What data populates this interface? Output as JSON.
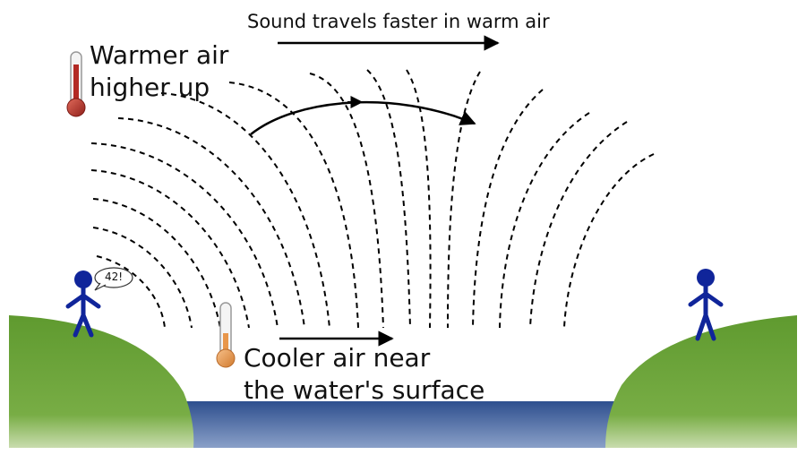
{
  "labels": {
    "top_note": "Sound travels faster in warm air",
    "warm_line1": "Warmer air",
    "warm_line2": "higher up",
    "cool_line1": "Cooler air near",
    "cool_line2": "the water's surface",
    "speech_bubble": "42!"
  },
  "colors": {
    "grass": "#6aa135",
    "water": "#2e4f8e",
    "figure": "#10259a",
    "warm_thermometer": "#b32a24",
    "cool_thermometer": "#e8964a",
    "wavefront": "#000000"
  },
  "icons": {
    "warm": "thermometer-hot-icon",
    "cool": "thermometer-cool-icon",
    "speaker": "stick-figure-icon",
    "listener": "stick-figure-icon"
  }
}
